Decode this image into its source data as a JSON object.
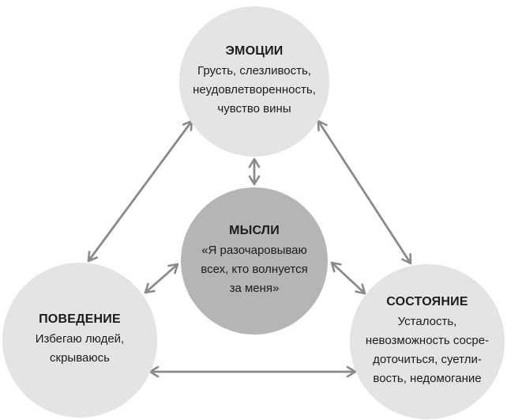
{
  "diagram": {
    "type": "cbt-cross-model",
    "language": "ru",
    "nodes": {
      "emotions": {
        "title": "ЭМОЦИИ",
        "body": "Грусть, слезливость,\nнеудовлетворенность,\nчувство вины"
      },
      "thoughts": {
        "title": "МЫСЛИ",
        "body": "«Я разочаровываю\nвсех, кто волнуется\nза меня»"
      },
      "behavior": {
        "title": "ПОВЕДЕНИЕ",
        "body": "Избегаю людей,\nскрываюсь"
      },
      "state": {
        "title": "СОСТОЯНИЕ",
        "body": "Усталость,\nневозможность сосре-\nдоточиться, суетли-\nвость, недомогание"
      }
    },
    "edges": [
      {
        "from": "emotions",
        "to": "thoughts",
        "bidirectional": true
      },
      {
        "from": "emotions",
        "to": "behavior",
        "bidirectional": true
      },
      {
        "from": "emotions",
        "to": "state",
        "bidirectional": true
      },
      {
        "from": "thoughts",
        "to": "behavior",
        "bidirectional": true
      },
      {
        "from": "thoughts",
        "to": "state",
        "bidirectional": true
      },
      {
        "from": "behavior",
        "to": "state",
        "bidirectional": true
      }
    ],
    "colors": {
      "node_light": "#e4e4e6",
      "node_dark": "#b4b5b7",
      "arrow": "#8a8a8a",
      "text": "#1c1c1c",
      "background": "#ffffff"
    }
  }
}
